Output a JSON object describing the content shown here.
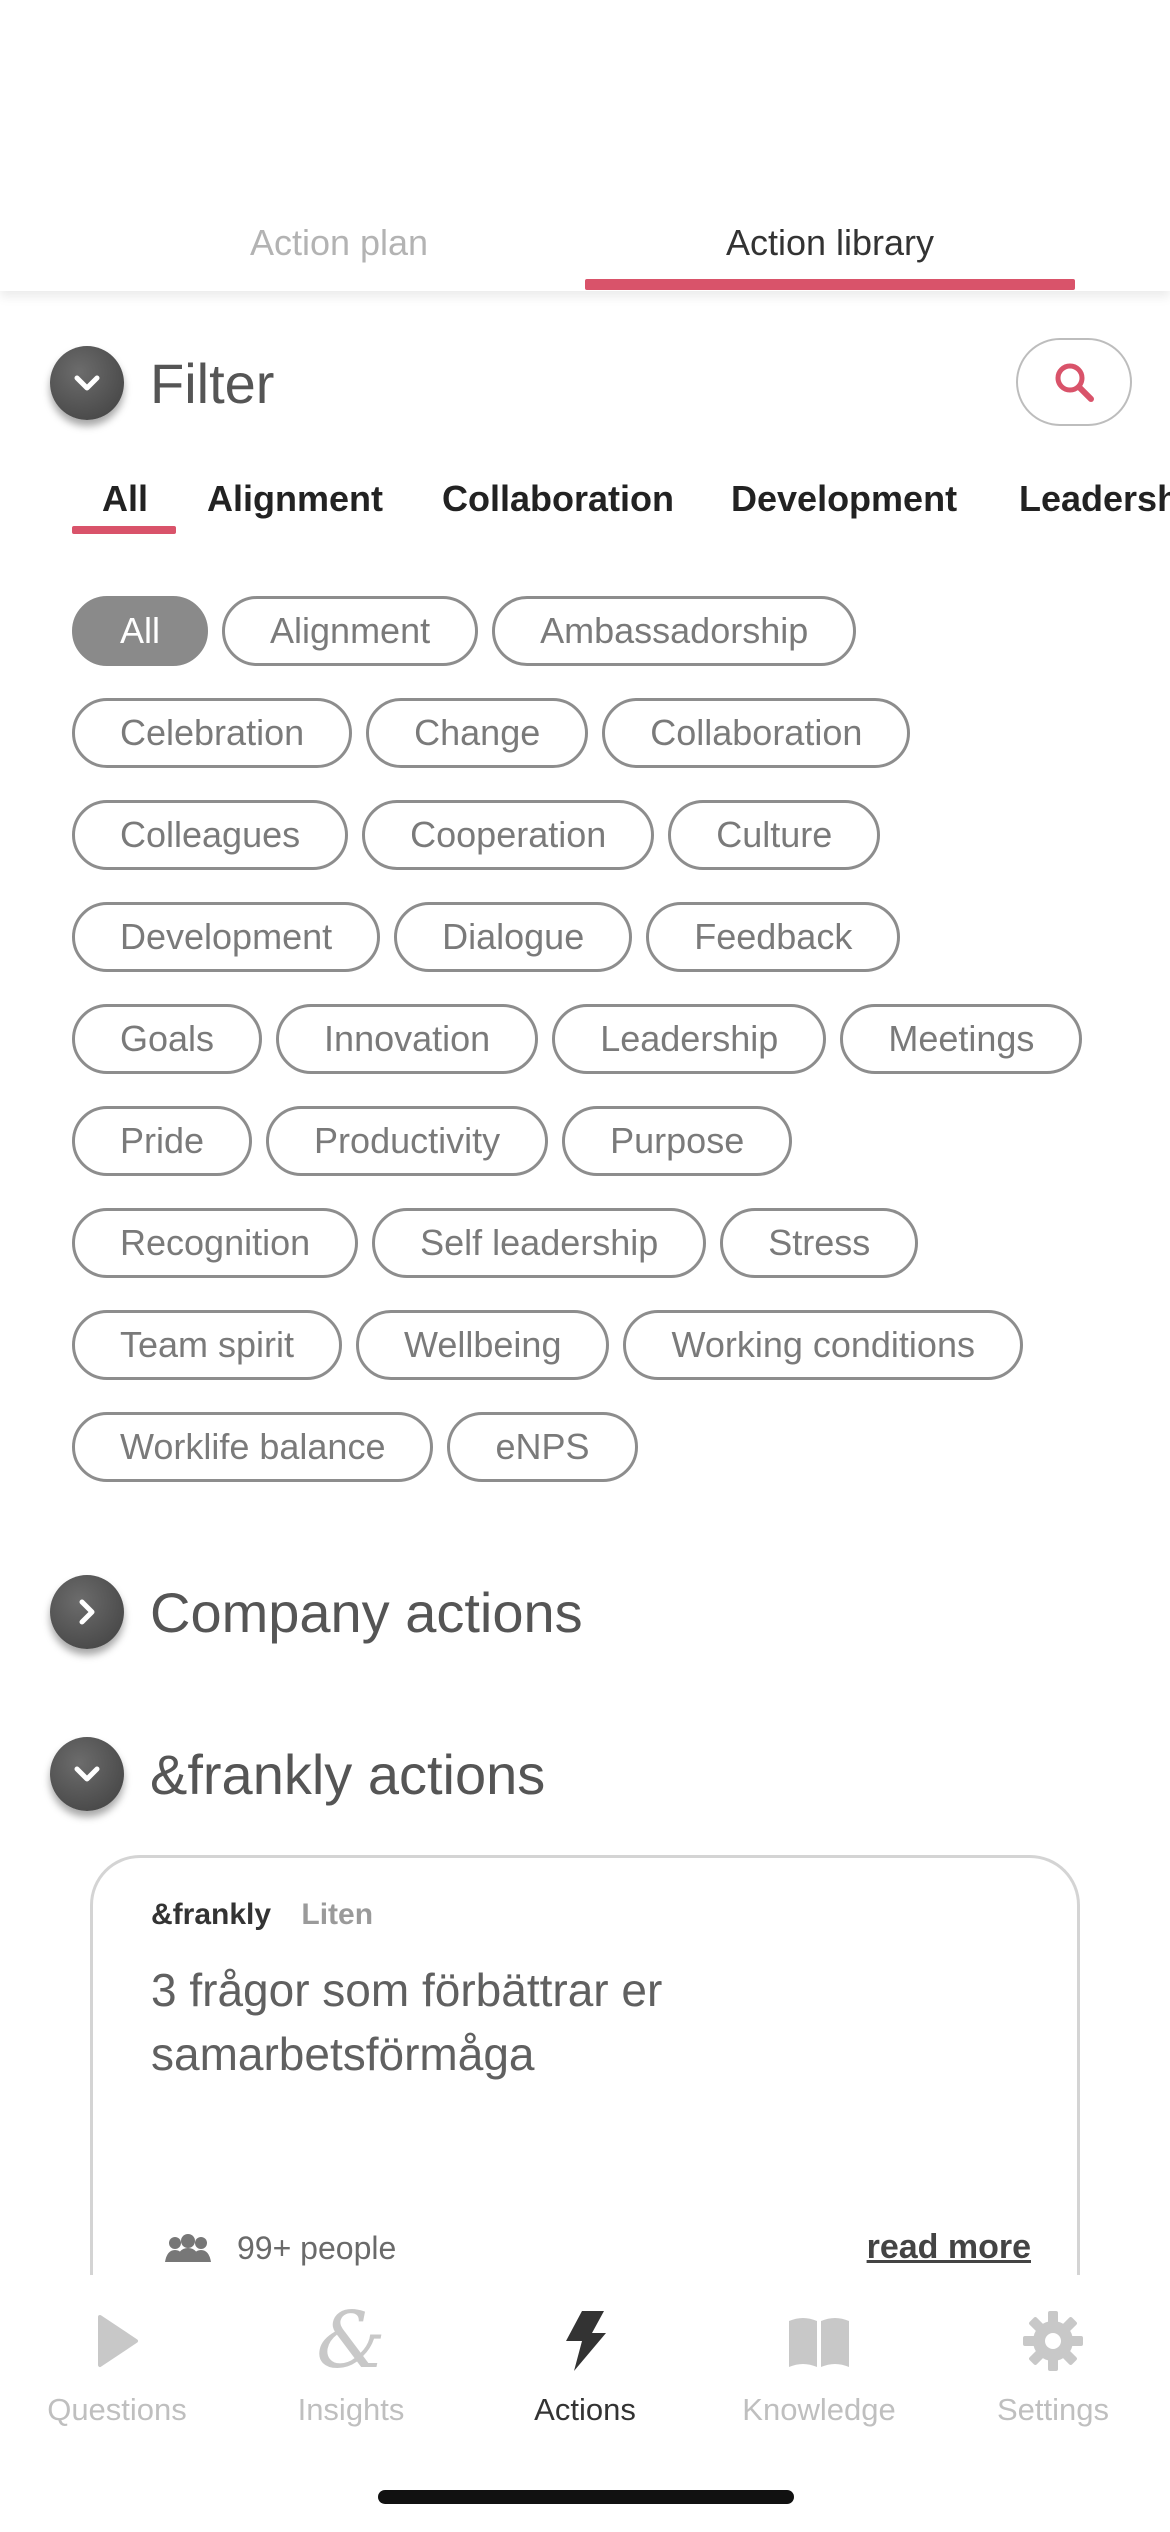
{
  "top_tabs": {
    "action_plan": "Action plan",
    "action_library": "Action library"
  },
  "filter": {
    "title": "Filter",
    "category_tabs": [
      "All",
      "Alignment",
      "Collaboration",
      "Development",
      "Leadersh"
    ],
    "selected_tab": "All",
    "chips": [
      [
        "All",
        "Alignment",
        "Ambassadorship"
      ],
      [
        "Celebration",
        "Change",
        "Collaboration"
      ],
      [
        "Colleagues",
        "Cooperation",
        "Culture"
      ],
      [
        "Development",
        "Dialogue",
        "Feedback"
      ],
      [
        "Goals",
        "Innovation",
        "Leadership",
        "Meetings"
      ],
      [
        "Pride",
        "Productivity",
        "Purpose"
      ],
      [
        "Recognition",
        "Self leadership",
        "Stress"
      ],
      [
        "Team spirit",
        "Wellbeing",
        "Working conditions"
      ],
      [
        "Worklife balance",
        "eNPS"
      ]
    ],
    "selected_chip": "All"
  },
  "company_actions": {
    "title": "Company actions"
  },
  "frankly_actions": {
    "title": "&frankly actions",
    "card": {
      "brand": "&frankly",
      "size": "Liten",
      "title": "3 frågor som förbättrar er samarbetsförmåga",
      "people": "99+ people",
      "read_more": "read more"
    }
  },
  "bottom_nav": {
    "items": [
      {
        "label": "Questions",
        "icon": "play-icon"
      },
      {
        "label": "Insights",
        "icon": "ampersand-icon"
      },
      {
        "label": "Actions",
        "icon": "lightning-icon"
      },
      {
        "label": "Knowledge",
        "icon": "book-icon"
      },
      {
        "label": "Settings",
        "icon": "gear-icon"
      }
    ],
    "active": "Actions"
  },
  "colors": {
    "accent": "#d9536a",
    "chip_border": "#8d8d8d",
    "chip_selected_bg": "#8a8a8a"
  }
}
